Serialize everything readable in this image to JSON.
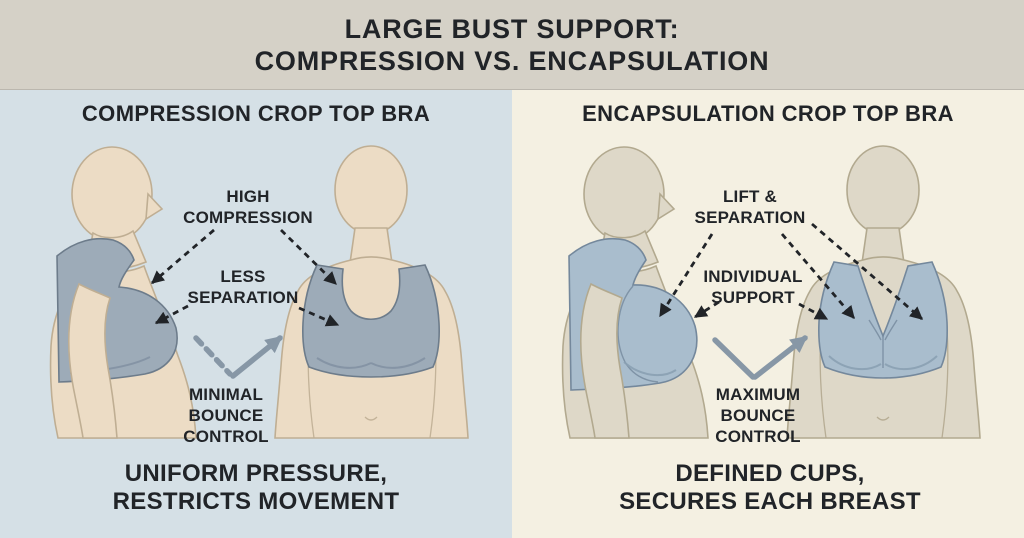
{
  "header": {
    "title_line1": "LARGE BUST SUPPORT:",
    "title_line2": "COMPRESSION VS. ENCAPSULATION"
  },
  "left_panel": {
    "title": "COMPRESSION CROP TOP BRA",
    "annotation_high": {
      "line1": "HIGH",
      "line2": "COMPRESSION"
    },
    "annotation_separation": {
      "line1": "LESS",
      "line2": "SEPARATION"
    },
    "annotation_bounce": {
      "line1": "MINIMAL",
      "line2": "BOUNCE",
      "line3": "CONTROL"
    },
    "caption_line1": "UNIFORM PRESSURE,",
    "caption_line2": "RESTRICTS MOVEMENT"
  },
  "right_panel": {
    "title": "ENCAPSULATION CROP TOP BRA",
    "annotation_lift": {
      "line1": "LIFT &",
      "line2": "SEPARATION"
    },
    "annotation_support": {
      "line1": "INDIVIDUAL",
      "line2": "SUPPORT"
    },
    "annotation_bounce": {
      "line1": "MAXIMUM",
      "line2": "BOUNCE",
      "line3": "CONTROL"
    },
    "caption_line1": "DEFINED CUPS,",
    "caption_line2": "SECURES EACH BREAST"
  },
  "colors": {
    "header_bg": "#d5d1c7",
    "left_panel_bg": "#d5e0e6",
    "right_panel_bg": "#f4f0e2",
    "ink": "#212428",
    "left_skin": "#ecdcc5",
    "left_skin_outline": "#bfae93",
    "right_skin": "#ded8c8",
    "right_skin_outline": "#b2a98f",
    "left_bra": "#9dabb8",
    "left_bra_outline": "#6d7c8b",
    "left_bra_shade": "#7f8fa0",
    "right_bra": "#a9bdcd",
    "right_bra_outline": "#74889c",
    "right_bra_shade": "#8aa0b2",
    "motion_arrow": "#8797a6"
  }
}
